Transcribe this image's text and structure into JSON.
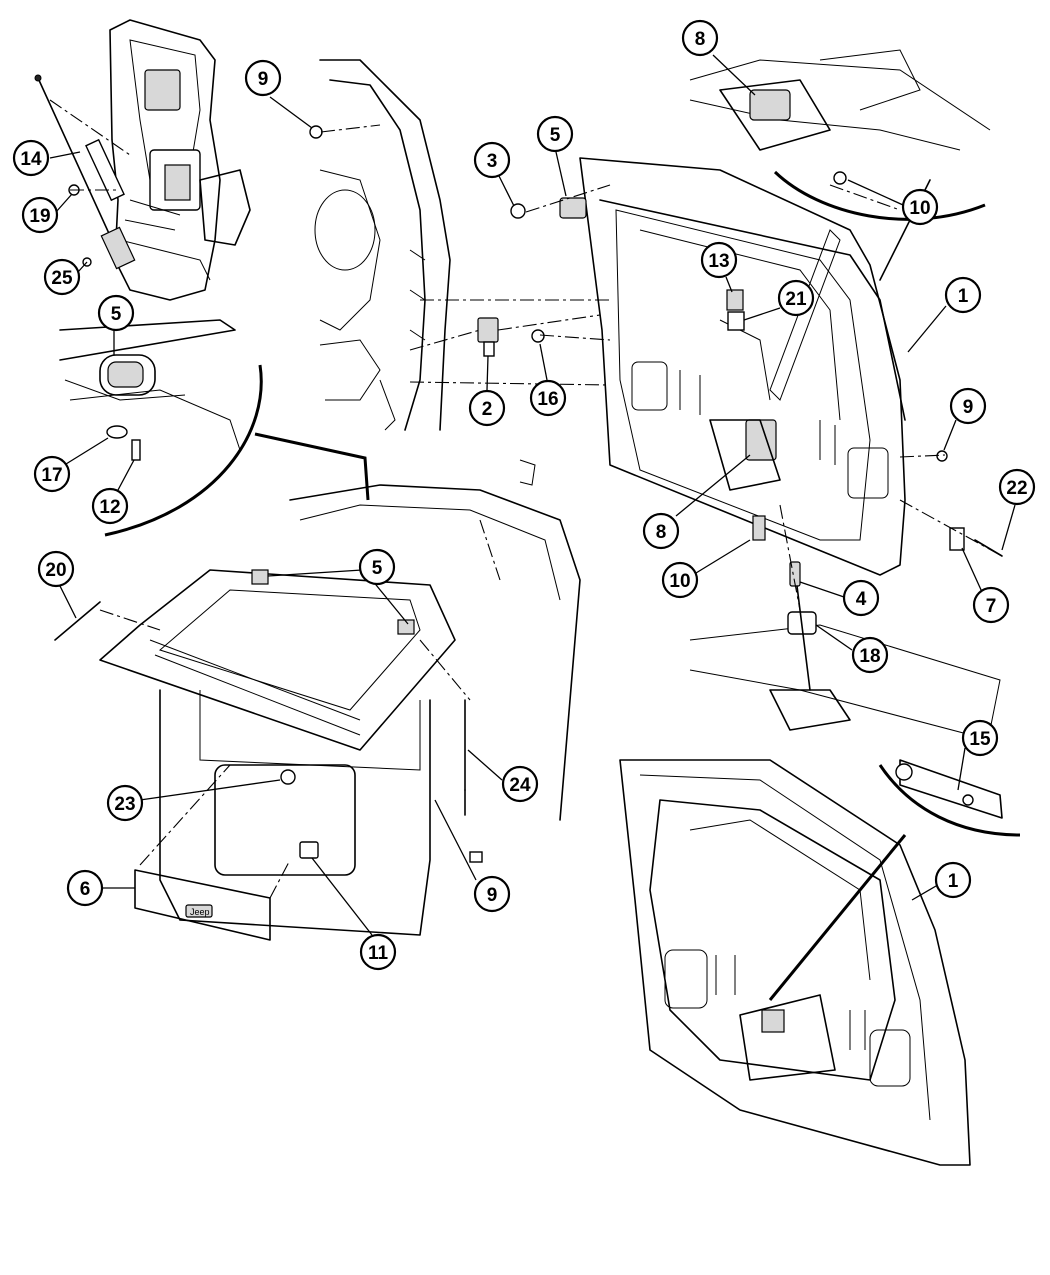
{
  "callouts": [
    {
      "label": "14"
    },
    {
      "label": "19"
    },
    {
      "label": "25"
    },
    {
      "label": "9"
    },
    {
      "label": "3"
    },
    {
      "label": "5"
    },
    {
      "label": "8"
    },
    {
      "label": "10"
    },
    {
      "label": "13"
    },
    {
      "label": "21"
    },
    {
      "label": "1"
    },
    {
      "label": "5"
    },
    {
      "label": "17"
    },
    {
      "label": "12"
    },
    {
      "label": "2"
    },
    {
      "label": "16"
    },
    {
      "label": "9"
    },
    {
      "label": "8"
    },
    {
      "label": "22"
    },
    {
      "label": "10"
    },
    {
      "label": "4"
    },
    {
      "label": "7"
    },
    {
      "label": "18"
    },
    {
      "label": "20"
    },
    {
      "label": "5"
    },
    {
      "label": "15"
    },
    {
      "label": "24"
    },
    {
      "label": "23"
    },
    {
      "label": "1"
    },
    {
      "label": "6"
    },
    {
      "label": "9"
    },
    {
      "label": "11"
    }
  ],
  "badge_text": "Jeep"
}
